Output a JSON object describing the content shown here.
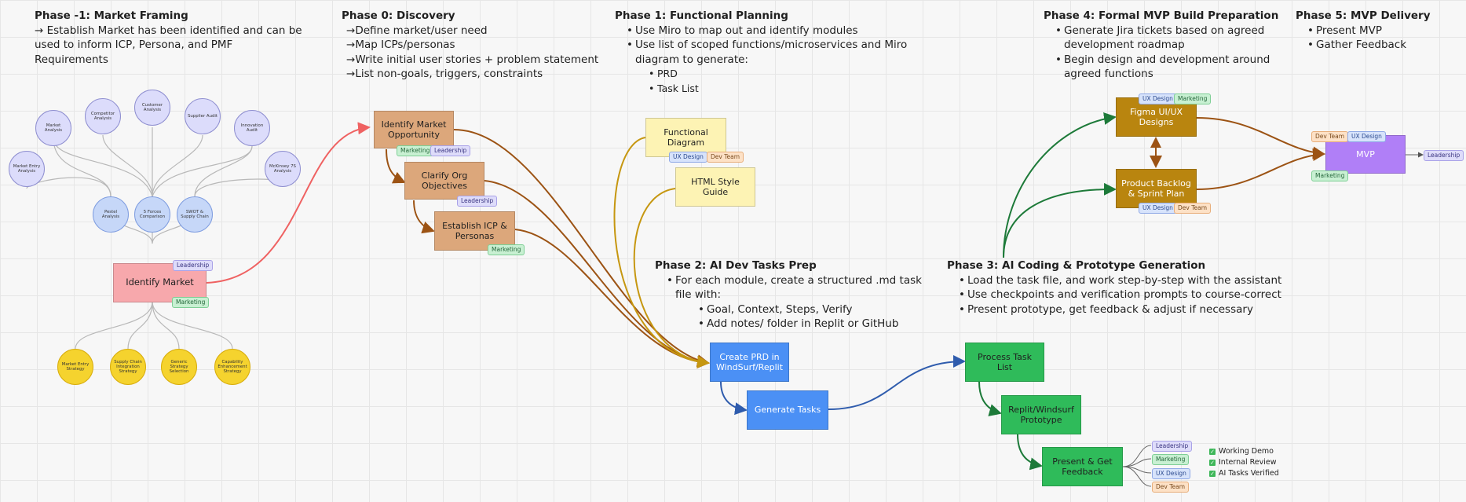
{
  "phases": {
    "p_neg1": {
      "title": "Phase -1: Market Framing",
      "items": [
        "→ Establish Market has been identified and can be",
        "used to inform ICP, Persona, and PMF",
        "Requirements"
      ]
    },
    "p0": {
      "title": "Phase 0: Discovery",
      "items": [
        "Define market/user need",
        "Map ICPs/personas",
        "Write initial user stories + problem statement",
        "List non-goals, triggers, constraints"
      ]
    },
    "p1": {
      "title": "Phase 1: Functional Planning",
      "items": [
        "Use Miro to map out and identify modules",
        "Use list of scoped functions/microservices and Miro",
        "diagram to generate:"
      ],
      "subitems": [
        "PRD",
        "Task List"
      ]
    },
    "p2": {
      "title": "Phase 2: AI Dev Tasks Prep",
      "items": [
        "For each module, create a structured .md task",
        "file with:"
      ],
      "subitems": [
        "Goal, Context, Steps, Verify",
        "Add notes/ folder in Replit or GitHub"
      ]
    },
    "p3": {
      "title": "Phase 3: AI Coding & Prototype Generation",
      "items": [
        "Load the task file, and work step-by-step with the assistant",
        "Use checkpoints and verification prompts to course-correct",
        "Present prototype, get feedback & adjust if necessary"
      ]
    },
    "p4": {
      "title": "Phase 4: Formal MVP Build Preparation",
      "items": [
        "Generate Jira tickets based on agreed",
        "development roadmap",
        "Begin design and development around",
        "agreed functions"
      ]
    },
    "p5": {
      "title": "Phase 5: MVP Delivery",
      "items": [
        "Present MVP",
        "Gather Feedback"
      ]
    }
  },
  "analysis_nodes": {
    "market_analysis": "Market Analysis",
    "competitor_analysis": "Competitor Analysis",
    "customer_analysis": "Customer Analysis",
    "supplier_audit": "Supplier Audit",
    "innovation_audit": "Innovation Audit",
    "market_entry_analysis": "Market Entry Analysis",
    "mckinsey_analysis": "McKinsey 7S Analysis",
    "pestel_analysis": "Pestel Analysis",
    "five_forces": "5 Forces Comparison",
    "swot": "SWOT & Supply Chain",
    "market_entry_strategy": "Market Entry Strategy",
    "supply_chain_strategy": "Supply Chain Integration Strategy",
    "generic_strategy": "Generic Strategy Selection",
    "capability_strategy": "Capability Enhancement Strategy"
  },
  "nodes": {
    "identify_market": "Identify Market",
    "identify_opportunity": "Identify Market Opportunity",
    "clarify_objectives": "Clarify Org Objectives",
    "establish_icp": "Establish ICP & Personas",
    "functional_diagram": "Functional Diagram",
    "html_style_guide": "HTML Style Guide",
    "create_prd": "Create PRD in WindSurf/Replit",
    "generate_tasks": "Generate Tasks",
    "process_task_list": "Process Task List",
    "prototype": "Replit/Windsurf Prototype",
    "present_feedback": "Present & Get Feedback",
    "figma": "Figma UI/UX Designs",
    "backlog": "Product Backlog & Sprint Plan",
    "mvp": "MVP"
  },
  "tags": {
    "leadership": "Leadership",
    "marketing": "Marketing",
    "ux_design": "UX Design",
    "dev_team": "Dev Team"
  },
  "checklist": [
    "Working Demo",
    "Internal Review",
    "AI Tasks Verified"
  ],
  "colors": {
    "salmon": "#f7a8ac",
    "tan": "#dca77b",
    "light_yellow": "#fdf3b4",
    "blue_box": "#4b90f5",
    "green_box": "#2fbb5a",
    "gold_box": "#b9850f",
    "mvp_purple": "#b07ff7",
    "edge_red": "#ef6262",
    "edge_brown": "#9c5314",
    "edge_gold": "#c69710",
    "edge_blue": "#2f5cad",
    "edge_green": "#1d7a39",
    "edge_grey": "#b8b8b8"
  }
}
